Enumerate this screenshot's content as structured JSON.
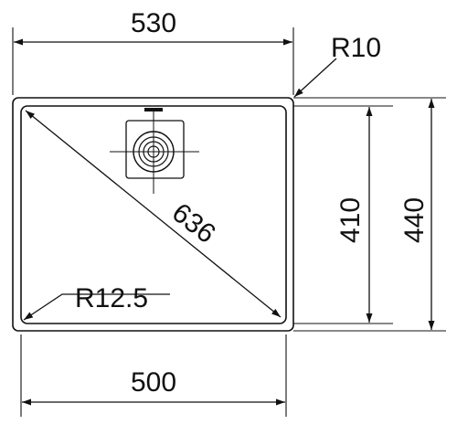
{
  "drawing": {
    "title": "",
    "dimensions": {
      "outer_width": "530",
      "inner_width": "500",
      "inner_height": "410",
      "outer_height": "440",
      "diagonal": "636",
      "outer_radius": "R10",
      "inner_radius": "R12.5"
    }
  },
  "colors": {
    "line": "#111111",
    "background": "#ffffff"
  }
}
